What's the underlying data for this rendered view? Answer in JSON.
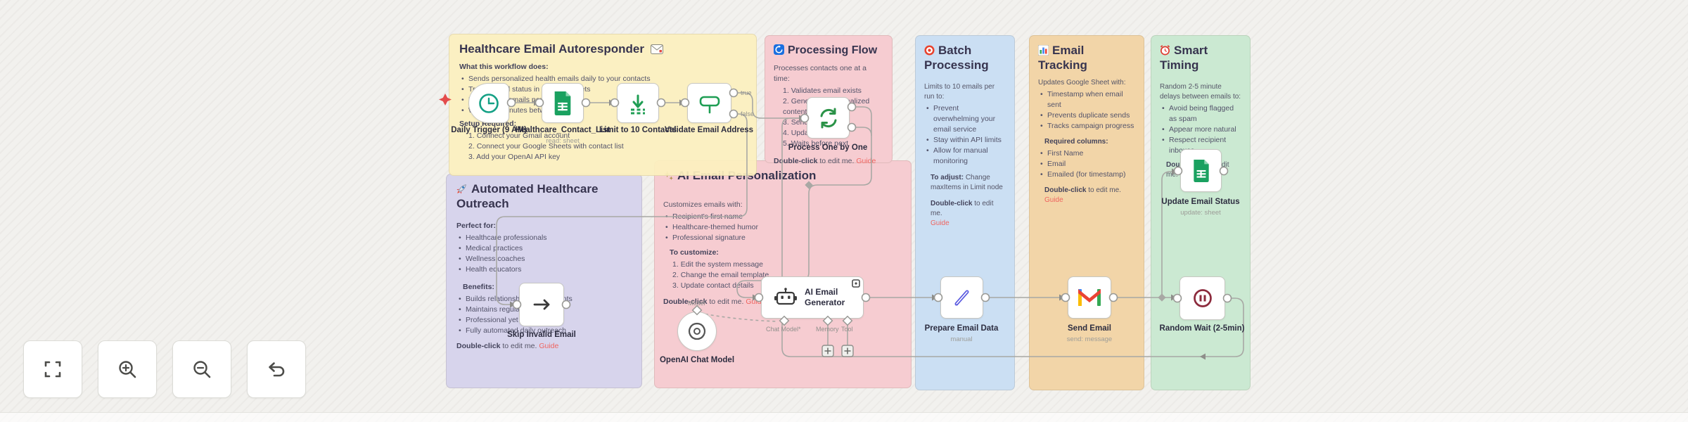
{
  "ui": {
    "double_click_bold": "Double-click",
    "double_click_rest": "to edit me.",
    "guide_label": "Guide"
  },
  "ports": {
    "true_label": "true",
    "false_label": "false",
    "chat_model": "Chat Model*",
    "memory": "Memory",
    "tool": "Tool",
    "model": "Model"
  },
  "notes": {
    "overview": {
      "title": "Healthcare Email Autoresponder",
      "what_heading": "What this workflow does:",
      "what_items": [
        "Sends personalized health emails daily to your contacts",
        "Tracks email status in Google Sheets",
        "Limits to 10 emails per run",
        "Waits 2-5 minutes between emails"
      ],
      "setup_heading": "Setup Required:",
      "setup_items": [
        "Connect your Gmail account",
        "Connect your Google Sheets with contact list",
        "Add your OpenAI API key"
      ]
    },
    "processing_flow": {
      "title": "Processing Flow",
      "intro": "Processes contacts one at a time:",
      "items": [
        "Validates email exists",
        "Generates personalized content",
        "Sends email",
        "Updates tracking",
        "Waits before next"
      ]
    },
    "batch": {
      "title": "Batch Processing",
      "intro": "Limits to 10 emails per run to:",
      "items": [
        "Prevent overwhelming your email service",
        "Stay within API limits",
        "Allow for manual monitoring"
      ],
      "adjust_bold": "To adjust:",
      "adjust_rest": "Change maxItems in Limit node"
    },
    "tracking": {
      "title": "Email Tracking",
      "intro": "Updates Google Sheet with:",
      "items": [
        "Timestamp when email sent",
        "Prevents duplicate sends",
        "Tracks campaign progress"
      ],
      "columns_heading": "Required columns:",
      "columns": [
        "First Name",
        "Email",
        "Emailed (for timestamp)"
      ]
    },
    "timing": {
      "title": "Smart Timing",
      "intro": "Random 2-5 minute delays between emails to:",
      "items": [
        "Avoid being flagged as spam",
        "Appear more natural",
        "Respect recipient inboxes"
      ]
    },
    "outreach": {
      "title": "Automated Healthcare Outreach",
      "perfect_heading": "Perfect for:",
      "perfect_items": [
        "Healthcare professionals",
        "Medical practices",
        "Wellness coaches",
        "Health educators"
      ],
      "benefits_heading": "Benefits:",
      "benefits_items": [
        "Builds relationships with patients",
        "Maintains regular contact",
        "Professional yet friendly tone",
        "Fully automated daily outreach"
      ]
    },
    "personalization": {
      "title": "AI Email Personalization",
      "intro": "Customizes emails with:",
      "items": [
        "Recipient's first name",
        "Healthcare-themed humor",
        "Professional signature"
      ],
      "customize_heading": "To customize:",
      "customize_items": [
        "Edit the system message",
        "Change the email template",
        "Update contact details"
      ]
    }
  },
  "nodes": {
    "trigger": {
      "label": "Daily Trigger (9 AM)"
    },
    "contacts": {
      "label": "Healthcare_Contact_List",
      "sub": "read: sheet"
    },
    "limit": {
      "label": "Limit to 10 Contacts"
    },
    "validate": {
      "label": "Validate Email Address"
    },
    "process": {
      "label": "Process One by One"
    },
    "skip": {
      "label": "Skip Invalid Email"
    },
    "ai": {
      "label_line1": "AI Email",
      "label_line2": "Generator"
    },
    "openai": {
      "label": "OpenAI Chat Model"
    },
    "prepare": {
      "label": "Prepare Email Data",
      "sub": "manual"
    },
    "send": {
      "label": "Send Email",
      "sub": "send: message"
    },
    "update": {
      "label": "Update Email Status",
      "sub": "update: sheet"
    },
    "wait": {
      "label": "Random Wait (2-5min)"
    }
  },
  "controls": [
    "fit-view",
    "zoom-in",
    "zoom-out",
    "undo"
  ],
  "colors": {
    "note_yellow": "#FBF0BE",
    "note_purple": "#D7D4EC",
    "note_pink": "#F6CCD1",
    "note_blue": "#CBDFF3",
    "note_orange": "#F2D5A8",
    "note_green": "#CBE9D2",
    "guide_red": "#EF6560",
    "node_green": "#1F9E54",
    "gmail_blue": "#4285F4",
    "gmail_red": "#EA4335",
    "gmail_yellow": "#FBBC04",
    "gmail_green": "#34A853"
  }
}
